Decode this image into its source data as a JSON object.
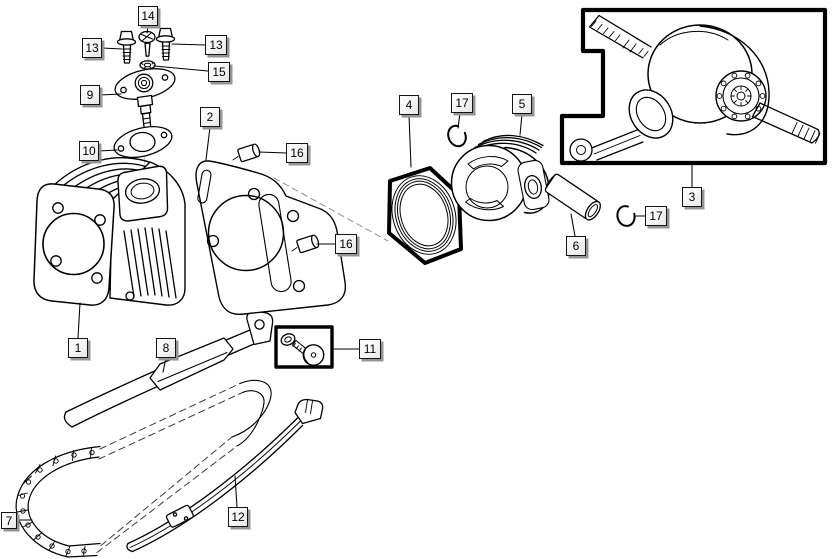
{
  "figure": {
    "kind": "exploded-parts-diagram",
    "background_color": "#ffffff",
    "line_color": "#000000",
    "label_style": {
      "face": "#fbfbfb",
      "border": "#141414",
      "shadow": "#949494",
      "text": "#000000"
    },
    "callouts": [
      {
        "number": "14"
      },
      {
        "number": "13"
      },
      {
        "number": "13"
      },
      {
        "number": "15"
      },
      {
        "number": "9"
      },
      {
        "number": "2"
      },
      {
        "number": "10"
      },
      {
        "number": "16"
      },
      {
        "number": "16"
      },
      {
        "number": "4"
      },
      {
        "number": "17"
      },
      {
        "number": "5"
      },
      {
        "number": "3"
      },
      {
        "number": "6"
      },
      {
        "number": "17"
      },
      {
        "number": "1"
      },
      {
        "number": "8"
      },
      {
        "number": "11"
      },
      {
        "number": "7"
      },
      {
        "number": "12"
      }
    ]
  }
}
